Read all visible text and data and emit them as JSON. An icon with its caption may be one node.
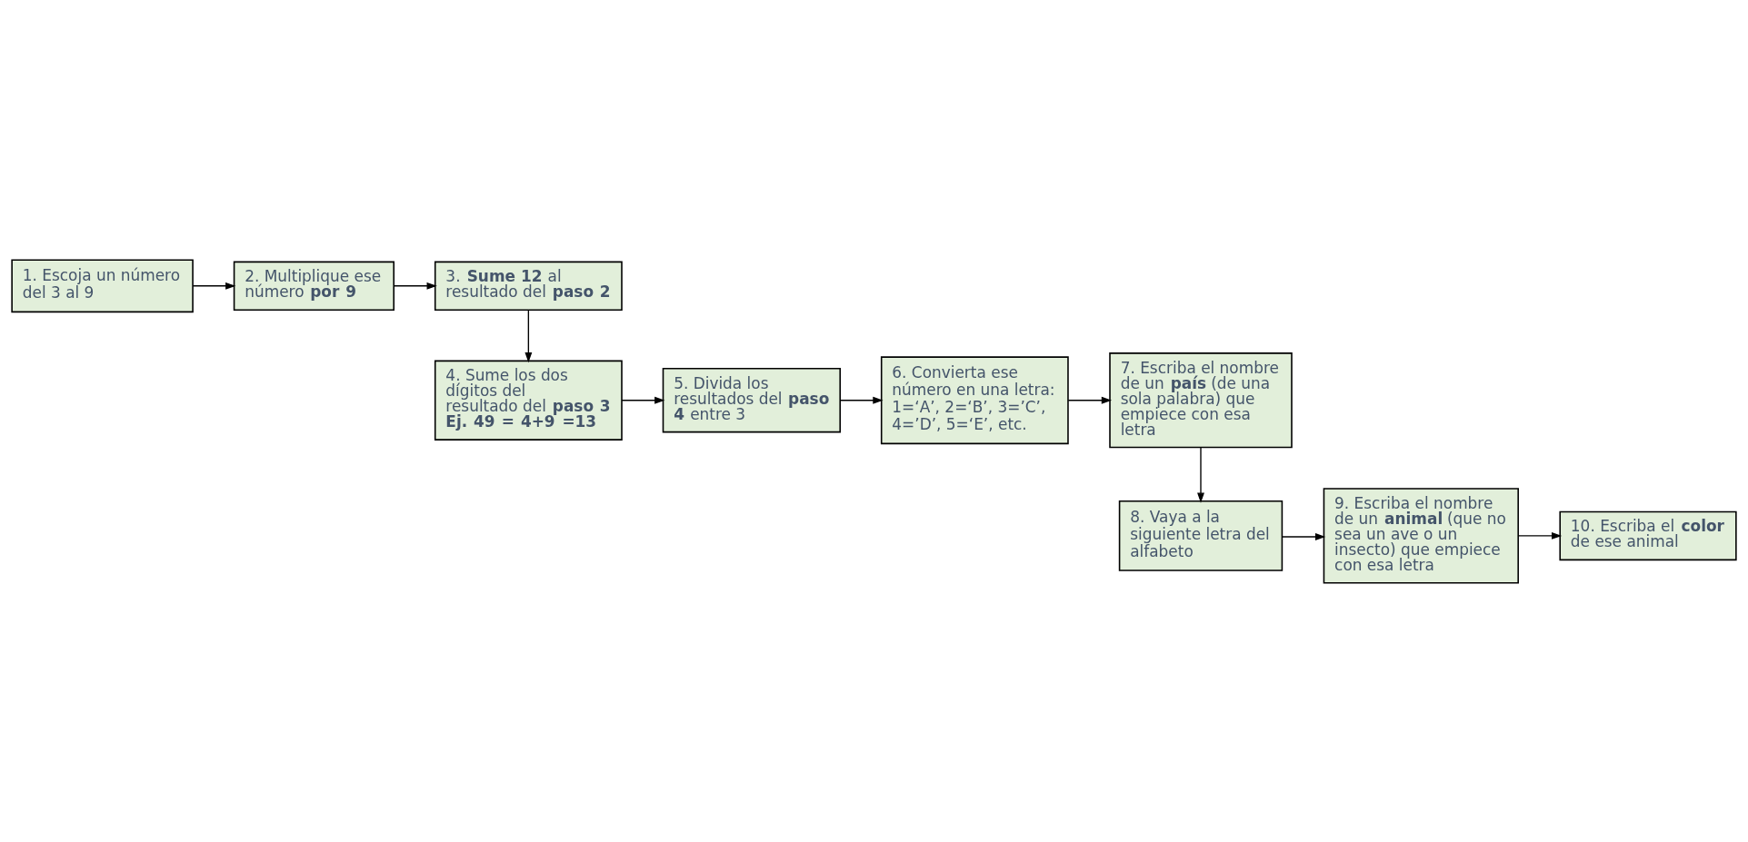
{
  "diagram": {
    "nodes": [
      {
        "text": [
          "1. Escoja un número del 3 al 9"
        ]
      },
      {
        "text": [
          "2. Multiplique ese número **por 9**"
        ]
      },
      {
        "text": [
          "3. **Sume 12** al resultado del **paso 2**"
        ]
      },
      {
        "text": [
          "4. Sume los dos dígitos del resultado del **paso 3** **Ej. 49 = 4+9 =13**"
        ]
      },
      {
        "text": [
          "5. Divida los resultados del **paso 4** entre 3"
        ]
      },
      {
        "text": [
          "6. Convierta ese número en una letra: 1=‘A’, 2=‘B’, 3=’C’, 4=’D’, 5=‘E’, etc."
        ]
      },
      {
        "text": [
          "7. Escriba el nombre de un **país** (de una sola palabra) que empiece con esa letra"
        ]
      },
      {
        "text": [
          "8. Vaya a la siguiente letra del alfabeto"
        ]
      },
      {
        "text": [
          "9. Escriba el nombre de un **animal** (que no sea un ave o un insecto) que empiece con esa letra"
        ]
      },
      {
        "text": [
          "10. Escriba el **color** de ese animal"
        ]
      }
    ],
    "edges": [
      {
        "from": 0,
        "to": 1,
        "arrow": "to"
      },
      {
        "from": 1,
        "to": 2,
        "arrow": "to"
      },
      {
        "from": 2,
        "to": 3,
        "arrow": "to"
      },
      {
        "from": 3,
        "to": 4,
        "arrow": "to"
      },
      {
        "from": 4,
        "to": 5,
        "arrow": "to"
      },
      {
        "from": 5,
        "to": 6,
        "arrow": "to"
      },
      {
        "from": 6,
        "to": 7,
        "arrow": "to"
      },
      {
        "from": 7,
        "to": 8,
        "arrow": "to"
      },
      {
        "from": 8,
        "to": 9,
        "arrow": "to"
      }
    ]
  }
}
